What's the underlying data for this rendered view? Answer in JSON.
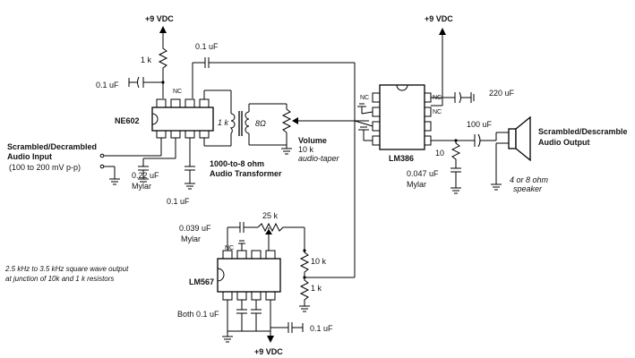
{
  "supplies": {
    "top_left": "+9 VDC",
    "top_right": "+9 VDC",
    "bottom": "+9 VDC"
  },
  "chips": {
    "ne602": "NE602",
    "lm386": "LM386",
    "lm567": "LM567",
    "nc": "NC"
  },
  "resistors": {
    "r_1k_top": "1 k",
    "r_10_out": "10",
    "r_25k": "25 k",
    "r_10k": "10 k",
    "r_1k_div": "1 k",
    "transformer_primary": "1 k",
    "transformer_secondary": "8Ω"
  },
  "capacitors": {
    "c_01_supply": "0.1 uF",
    "c_01_top": "0.1 uF",
    "c_022": "0.22 uF",
    "c_022_type": "Mylar",
    "c_01_below": "0.1 uF",
    "c_220": "220 uF",
    "c_100": "100 uF",
    "c_0047": "0.047 uF",
    "c_0047_type": "Mylar",
    "c_0039": "0.039 uF",
    "c_0039_type": "Mylar",
    "c_01_bottom": "0.1 uF",
    "both_note": "Both 0.1 uF"
  },
  "labels": {
    "input_line1": "Scrambled/Decrambled",
    "input_line2": "Audio Input",
    "input_line3": "(100 to 200 mV p-p)",
    "transformer_line1": "1000-to-8 ohm",
    "transformer_line2": "Audio Transformer",
    "volume": "Volume",
    "volume_value": "10 k",
    "volume_taper": "audio-taper",
    "output_line1": "Scrambled/Descramble",
    "output_line2": "Audio Output",
    "speaker_line1": "4 or 8 ohm",
    "speaker_line2": "speaker",
    "note_line1": "2.5 kHz to 3.5 kHz square wave output",
    "note_line2": "at junction of 10k and 1 k resistors"
  }
}
